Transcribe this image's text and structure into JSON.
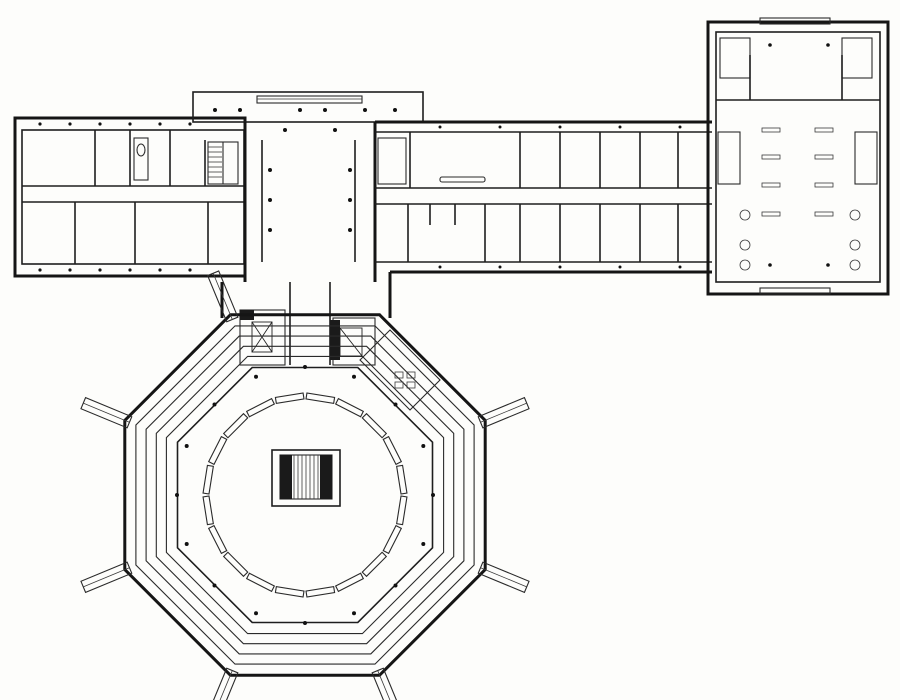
{
  "plan": {
    "drawing_type": "architectural-floor-plan",
    "ink": "#151515",
    "paper": "#fdfdfb"
  },
  "chart_data": {
    "type": "diagram",
    "nodes": [
      {
        "id": "west-wing",
        "kind": "rectangular corridor wing with rooms"
      },
      {
        "id": "entrance-hall",
        "kind": "central hall"
      },
      {
        "id": "east-wing",
        "kind": "rectangular corridor wing with rooms"
      },
      {
        "id": "east-block",
        "kind": "square hall with tables"
      },
      {
        "id": "octagonal-hall",
        "kind": "octagonal auditorium with tiered rings"
      }
    ],
    "edges": [
      {
        "from": "west-wing",
        "to": "entrance-hall"
      },
      {
        "from": "entrance-hall",
        "to": "east-wing"
      },
      {
        "from": "east-wing",
        "to": "east-block"
      },
      {
        "from": "entrance-hall",
        "to": "octagonal-hall"
      }
    ]
  }
}
